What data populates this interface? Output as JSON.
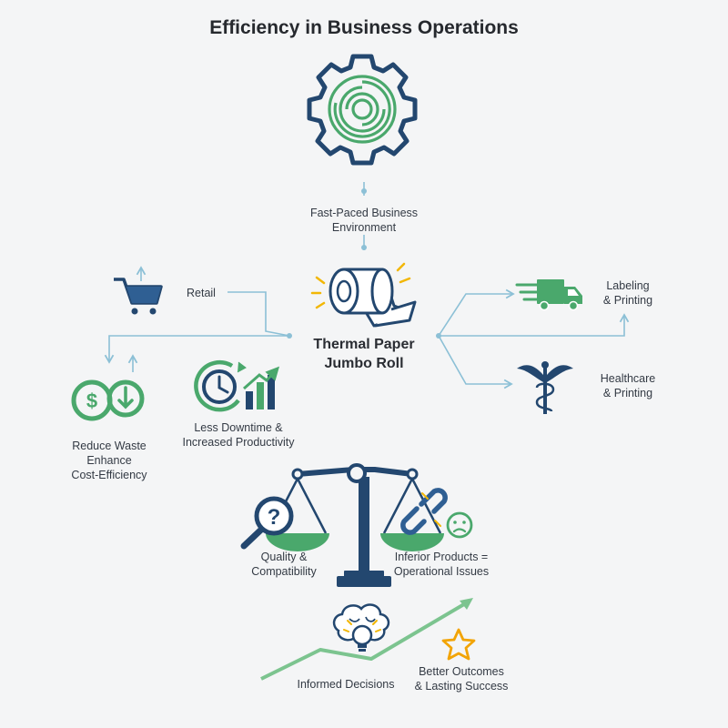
{
  "title": "Efficiency in Business Operations",
  "nodes": {
    "environment": [
      "Fast-Paced Business",
      "Environment"
    ],
    "center": [
      "Thermal Paper",
      "Jumbo Roll"
    ],
    "retail": "Retail",
    "labeling": [
      "Labeling",
      "& Printing"
    ],
    "healthcare": [
      "Healthcare",
      "& Printing"
    ],
    "reduce_waste": [
      "Reduce Waste",
      "Enhance",
      "Cost-Efficiency"
    ],
    "downtime": [
      "Less Downtime &",
      "Increased Productivity"
    ],
    "quality": [
      "Quality &",
      "Compatibility"
    ],
    "inferior": [
      "Inferior Products =",
      "Operational Issues"
    ],
    "decisions": "Informed Decisions",
    "outcomes": [
      "Better Outcomes",
      "& Lasting Success"
    ]
  },
  "colors": {
    "navy": "#23476f",
    "blue": "#2f5f93",
    "green": "#4aa86c",
    "light_green": "#7cc48f",
    "connector": "#8cc0d6",
    "accent": "#f2b705"
  },
  "icons": [
    "gear-icon",
    "paper-roll-icon",
    "shopping-cart-icon",
    "truck-icon",
    "caduceus-icon",
    "dollar-cycle-icon",
    "clock-chart-icon",
    "balance-scale-icon",
    "magnifier-question-icon",
    "broken-chain-icon",
    "sad-face-icon",
    "brain-bulb-icon",
    "star-icon"
  ]
}
